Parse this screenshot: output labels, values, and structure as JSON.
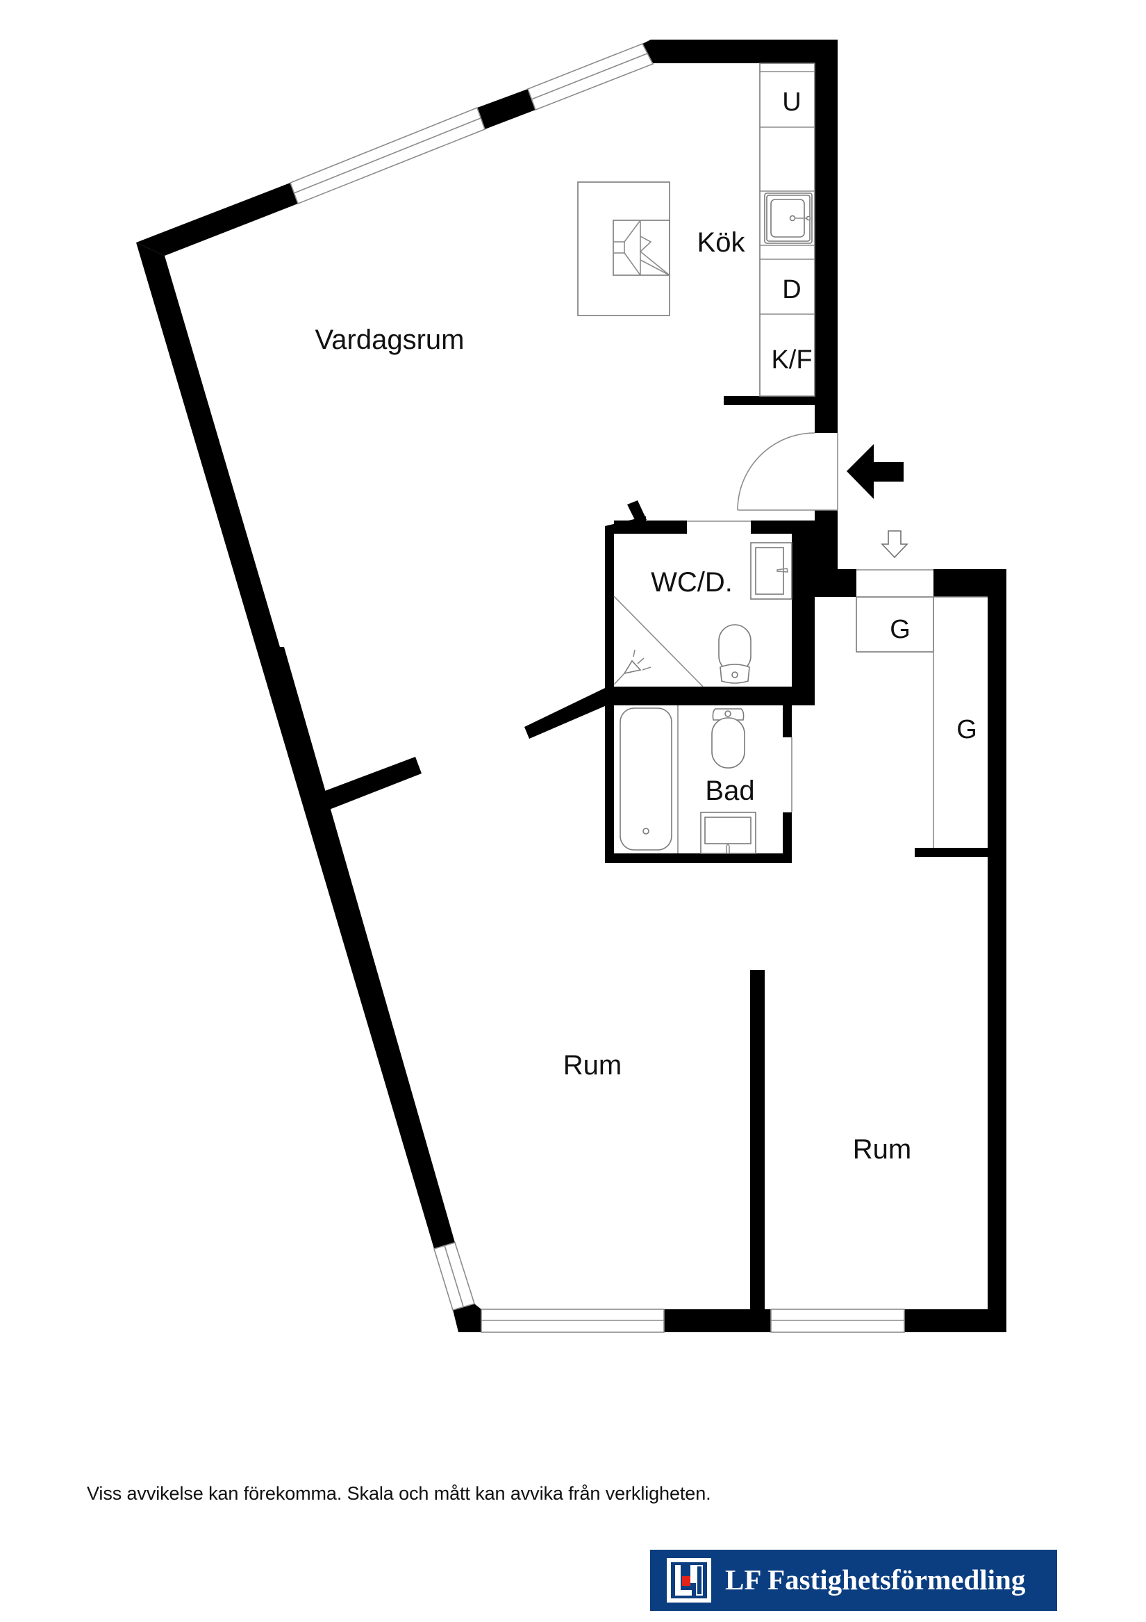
{
  "floorplan": {
    "rooms": {
      "living_room": "Vardagsrum",
      "kitchen": "Kök",
      "wc_shower": "WC/D.",
      "bathroom": "Bad",
      "bedroom_1": "Rum",
      "bedroom_2": "Rum"
    },
    "kitchen_units": {
      "upper": "U",
      "dishwasher": "D",
      "fridge_freezer": "K/F"
    },
    "storage": {
      "closet_1": "G",
      "closet_2": "G"
    },
    "icons": [
      "entrance-arrow-icon",
      "down-arrow-icon",
      "door-swing-icon",
      "sink-icon",
      "toilet-icon",
      "bathtub-icon",
      "shower-icon",
      "cooktop-icon"
    ]
  },
  "footer": {
    "disclaimer": "Viss avvikelse kan förekomma. Skala och mått kan avvika från verkligheten."
  },
  "logo": {
    "text": "LF Fastighetsförmedling",
    "brand_color": "#0b3e80",
    "accent_color": "#e2231a"
  }
}
